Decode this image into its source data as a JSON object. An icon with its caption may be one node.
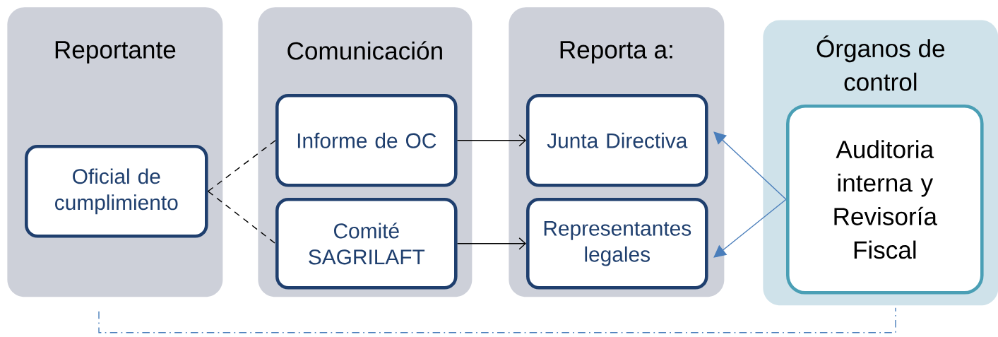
{
  "diagram": {
    "nodes": [
      {
        "text": [
          "Reportante"
        ]
      },
      {
        "text": [
          "Oficial de cumplimiento"
        ],
        "in": 0
      },
      {
        "text": [
          "Comunicación"
        ]
      },
      {
        "text": [
          "Informe de OC"
        ],
        "in": 2
      },
      {
        "text": [
          "Comité SAGRILAFT"
        ],
        "in": 2
      },
      {
        "text": [
          "Reporta a:"
        ]
      },
      {
        "text": [
          "Junta Directiva"
        ],
        "in": 5
      },
      {
        "text": [
          "Representantes legales"
        ],
        "in": 5
      },
      {
        "text": [
          "Órganos de control"
        ]
      },
      {
        "text": [
          "Auditoria interna y Revisoría Fiscal"
        ],
        "in": 8
      }
    ],
    "edges": [
      {
        "from": 1,
        "to": 3,
        "arrow": "none",
        "style": "dashed"
      },
      {
        "from": 1,
        "to": 4,
        "arrow": "none",
        "style": "dashed"
      },
      {
        "from": 3,
        "to": 6,
        "arrow": "to"
      },
      {
        "from": 4,
        "to": 7,
        "arrow": "to"
      },
      {
        "from": 9,
        "to": 6,
        "arrow": "to",
        "color": "#4a7ebb"
      },
      {
        "from": 9,
        "to": 7,
        "arrow": "to",
        "color": "#4a7ebb"
      },
      {
        "from": 0,
        "to": 8,
        "arrow": "none",
        "style": "dashed",
        "color": "#4a7ebb"
      }
    ]
  }
}
